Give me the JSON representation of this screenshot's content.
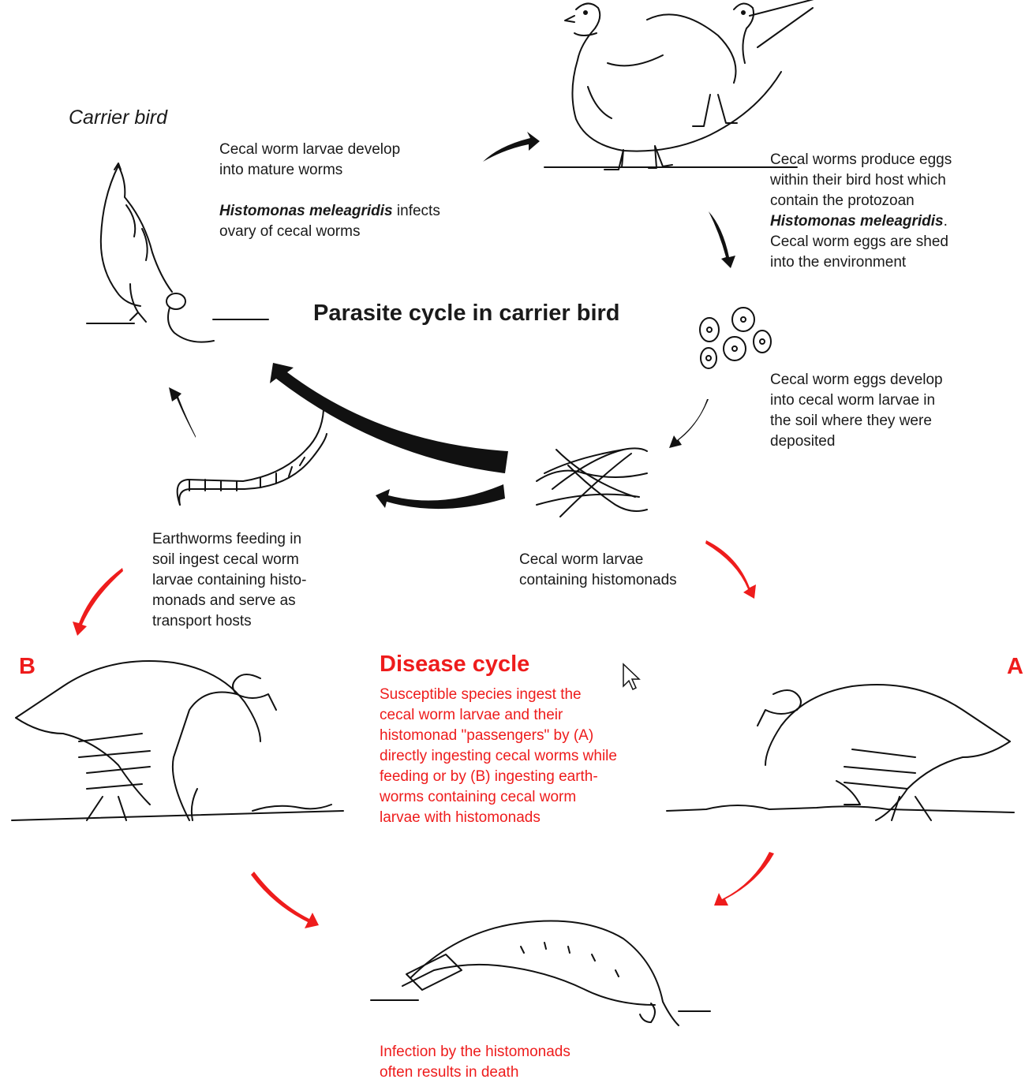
{
  "labels": {
    "carrier_bird": "Carrier bird",
    "parasite_title": "Parasite cycle in carrier bird",
    "disease_title": "Disease cycle",
    "label_a": "A",
    "label_b": "B"
  },
  "texts": {
    "larvae_develop": "Cecal worm larvae develop\ninto mature worms",
    "histomonas_name_1": "Histomonas meleagridis",
    "infects_ovary_1": " infects",
    "infects_ovary_2": "ovary of cecal worms",
    "eggs_produce_1": "Cecal worms produce eggs\nwithin their bird host which\ncontain the protozoan",
    "histomonas_name_2": "Histomonas meleagridis",
    "eggs_produce_2": ".",
    "eggs_produce_3": "Cecal worm eggs are shed\ninto the environment",
    "eggs_develop": "Cecal worm eggs develop\ninto cecal worm larvae in\nthe soil where they were\ndeposited",
    "earthworms": "Earthworms feeding in\nsoil ingest cecal worm\nlarvae containing histo-\nmonads and serve as\ntransport hosts",
    "larvae_containing": "Cecal worm larvae\ncontaining histomonads",
    "disease_desc": "Susceptible species ingest the\ncecal worm larvae and their\nhistomonad \"passengers\" by (A)\ndirectly ingesting cecal worms while\nfeeding or by (B) ingesting earth-\nworms containing cecal worm\nlarvae with histomonads",
    "death": "Infection by the histomonads\noften results in death"
  },
  "colors": {
    "parasite_arrows": "#111111",
    "disease_arrows": "#ee1c1c",
    "disease_text": "#ee1c1c"
  }
}
